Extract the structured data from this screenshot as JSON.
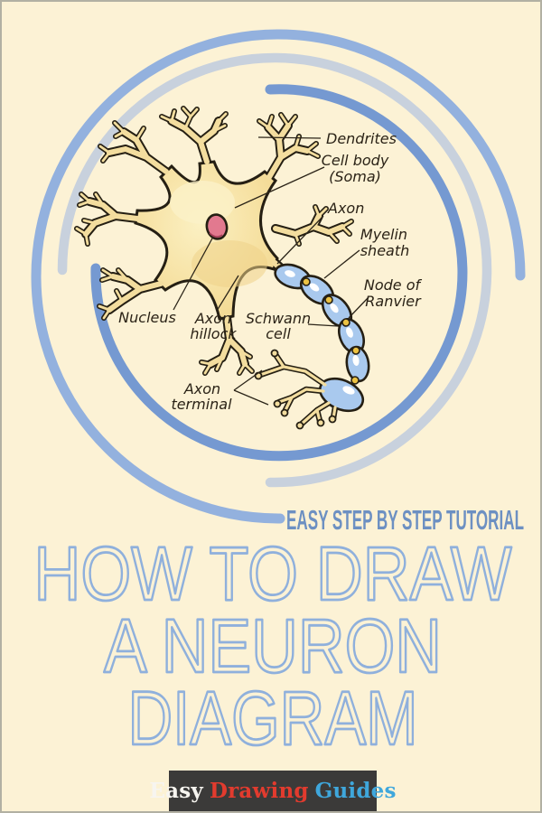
{
  "page": {
    "background": "#fcf2d5",
    "border_color": "#b2b0a3"
  },
  "diagram": {
    "labels": {
      "dendrites": "Dendrites",
      "cell_body_line1": "Cell body",
      "cell_body_line2": "(Soma)",
      "axon": "Axon",
      "myelin_line1": "Myelin",
      "myelin_line2": "sheath",
      "node_line1": "Node of",
      "node_line2": "Ranvier",
      "nucleus": "Nucleus",
      "hillock_line1": "Axon",
      "hillock_line2": "hillock",
      "schwann_line1": "Schwann",
      "schwann_line2": "cell",
      "terminal_line1": "Axon",
      "terminal_line2": "terminal"
    },
    "colors": {
      "cell_fill": "#f6e0a0",
      "membrane_outline": "#251f13",
      "nucleus_fill": "#e2798f",
      "myelin_fill": "#a9c9ee",
      "node_dot": "#ecc243",
      "arc_outer": "#93b1de",
      "arc_middle": "#c8d1dd",
      "arc_inner": "#7599d1"
    }
  },
  "tagline": {
    "text": "EASY STEP BY STEP TUTORIAL",
    "color": "#6d90c2"
  },
  "title": {
    "line1": "HOW TO DRAW",
    "line2": "A NEURON",
    "line3": "DIAGRAM",
    "color": "#8fb0dc"
  },
  "brand": {
    "word1": "Easy",
    "word2": "Drawing",
    "word3": "Guides",
    "background": "#3b3a39",
    "word1_color": "#f7f5f0",
    "word2_color": "#e23b2e",
    "word3_color": "#3fa7dc"
  }
}
